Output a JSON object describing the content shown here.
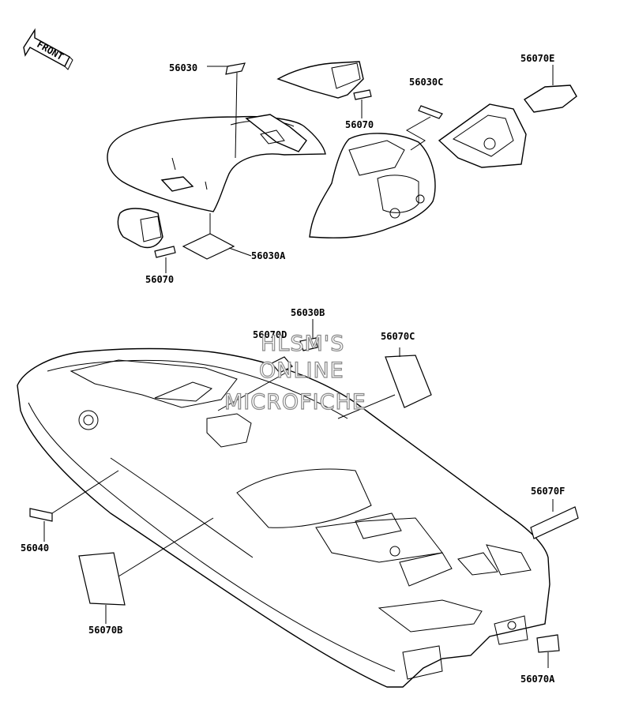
{
  "front_arrow_text": "FRONT",
  "labels": {
    "l56030": "56030",
    "l56070_top": "56070",
    "l56030C": "56030C",
    "l56070E": "56070E",
    "l56030A": "56030A",
    "l56070_left": "56070",
    "l56030B": "56030B",
    "l56070D": "56070D",
    "l56070C": "56070C",
    "l56040": "56040",
    "l56070F": "56070F",
    "l56070B": "56070B",
    "l56070A": "56070A"
  },
  "watermark": {
    "line1": "HLSM'S",
    "line2": "ONLINE",
    "line3": "MICROFICHE"
  },
  "colors": {
    "line": "#000000",
    "background": "#ffffff",
    "watermark_outline": "#8a8a8a"
  }
}
